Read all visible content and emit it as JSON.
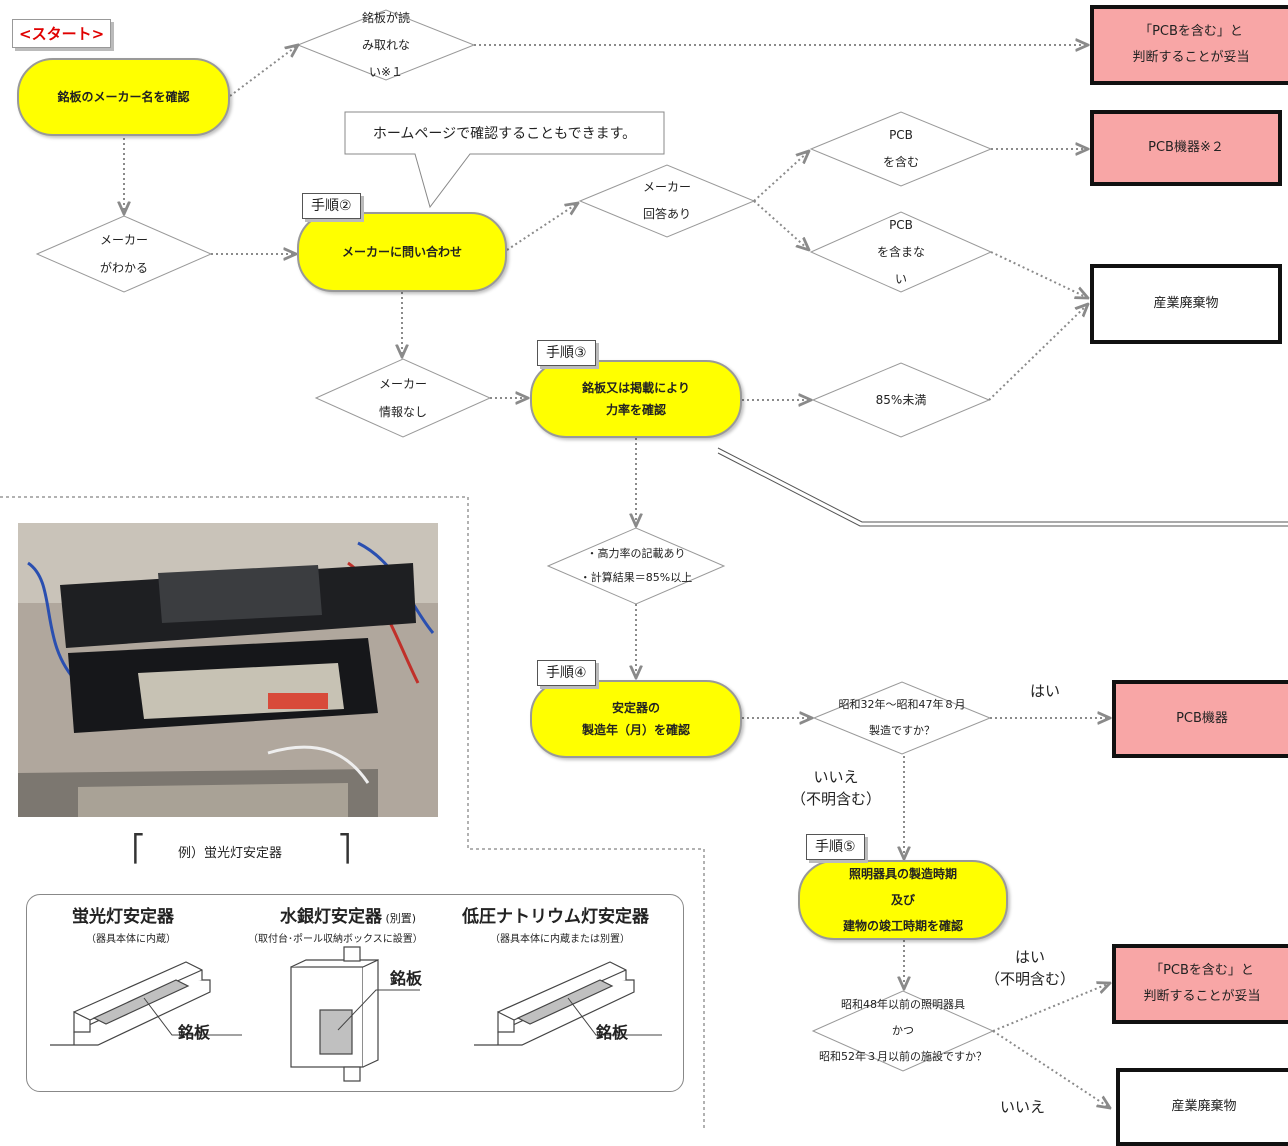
{
  "start_label": "<スタート>",
  "nodes": {
    "confirm_maker": "銘板のメーカー名を確認",
    "unreadable": [
      "銘板が読",
      "み取れな",
      "い※１"
    ],
    "maker_known": [
      "メーカー",
      "がわかる"
    ],
    "ask_maker": "メーカーに問い合わせ",
    "maker_answered": [
      "メーカー",
      "回答あり"
    ],
    "pcb_contains": [
      "PCB",
      "を含む"
    ],
    "pcb_not_contains": [
      "PCB",
      "を含まな",
      "い"
    ],
    "no_maker_info": [
      "メーカー",
      "情報なし"
    ],
    "check_power_factor": [
      "銘板又は掲載により",
      "力率を確認"
    ],
    "under_85": "85%未満",
    "high_pf": [
      "・高力率の記載あり",
      "・計算結果＝85%以上"
    ],
    "check_year": [
      "安定器の",
      "製造年（月）を確認"
    ],
    "year_range_q": [
      "昭和32年～昭和47年８月",
      "製造ですか？"
    ],
    "check_fixture": [
      "照明器具の製造時期",
      "及び",
      "建物の竣工時期を確認"
    ],
    "before_q": [
      "昭和48年以前の照明器具",
      "かつ",
      "昭和52年３月以前の施設ですか？"
    ]
  },
  "results": {
    "pcb_judged_1": [
      "「PCBを含む」と",
      "判断することが妥当"
    ],
    "pcb_device_note": "PCB機器※２",
    "industrial_waste_1": "産業廃棄物",
    "pcb_device": "PCB機器",
    "pcb_judged_2": [
      "「PCBを含む」と",
      "判断することが妥当"
    ],
    "industrial_waste_2": "産業廃棄物"
  },
  "steps": {
    "step2": "手順②",
    "step3": "手順③",
    "step4": "手順④",
    "step5": "手順⑤"
  },
  "callout": "ホームページで確認することもできます。",
  "answers": {
    "yes1": "はい",
    "no1": [
      "いいえ",
      "（不明含む）"
    ],
    "yes2": [
      "はい",
      "（不明含む）"
    ],
    "no2": "いいえ"
  },
  "photo_caption": "例）蛍光灯安定器",
  "ballast_types": [
    {
      "title": "蛍光灯安定器",
      "title_suffix": "",
      "sub": "（器具本体に内蔵）",
      "plate": "銘板"
    },
    {
      "title": "水銀灯安定器",
      "title_suffix": " (別置)",
      "sub": "（取付台･ポール収納ボックスに設置）",
      "plate": "銘板"
    },
    {
      "title": "低圧ナトリウム灯安定器",
      "title_suffix": "",
      "sub": "（器具本体に内蔵または別置）",
      "plate": "銘板"
    }
  ],
  "colors": {
    "process_fill": "#ffff00",
    "result_pink": "#f8a6a6",
    "start_text": "#e00000",
    "connector": "#999999"
  }
}
